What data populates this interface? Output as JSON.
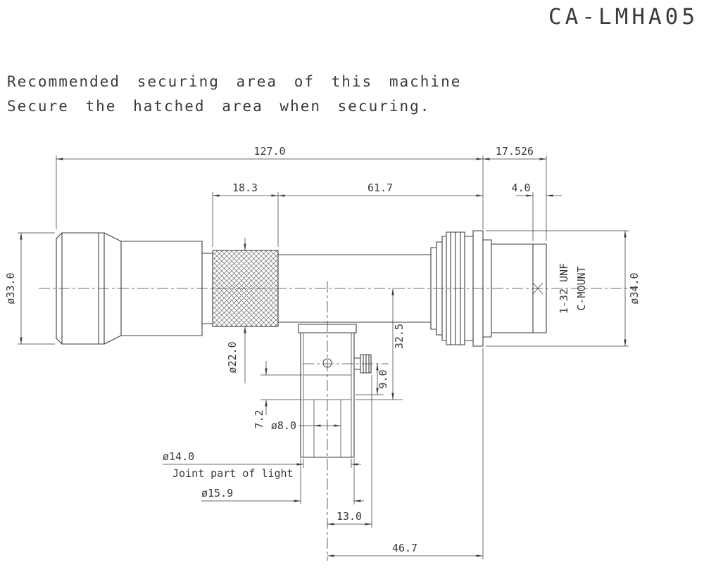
{
  "title": "CA-LMHA05",
  "notes": {
    "line1": "Recommended securing area of this machine",
    "line2": "Secure the hatched area when securing."
  },
  "thread_label": {
    "line1": "1-32 UNF",
    "line2": "C-MOUNT"
  },
  "dims": {
    "overall_length": "127.0",
    "mount_length": "17.526",
    "knurl_width": "18.3",
    "body_length": "61.7",
    "thread_length": "4.0",
    "left_outer_dia": "ø33.0",
    "right_outer_dia": "ø34.0",
    "knurl_dia": "ø22.0",
    "center_to_joint": "32.5",
    "screw_drop": "9.0",
    "joint_step": "7.2",
    "light_bore_dia": "ø8.0",
    "joint_bore_dia": "ø14.0",
    "joint_outer_dia": "ø15.9",
    "screw_reach": "13.0",
    "joint_offset": "46.7"
  },
  "labels": {
    "joint_note": "Joint part of light"
  },
  "colors": {
    "line": "#3c3c3c",
    "text": "#3a3a3a",
    "background": "#ffffff"
  }
}
